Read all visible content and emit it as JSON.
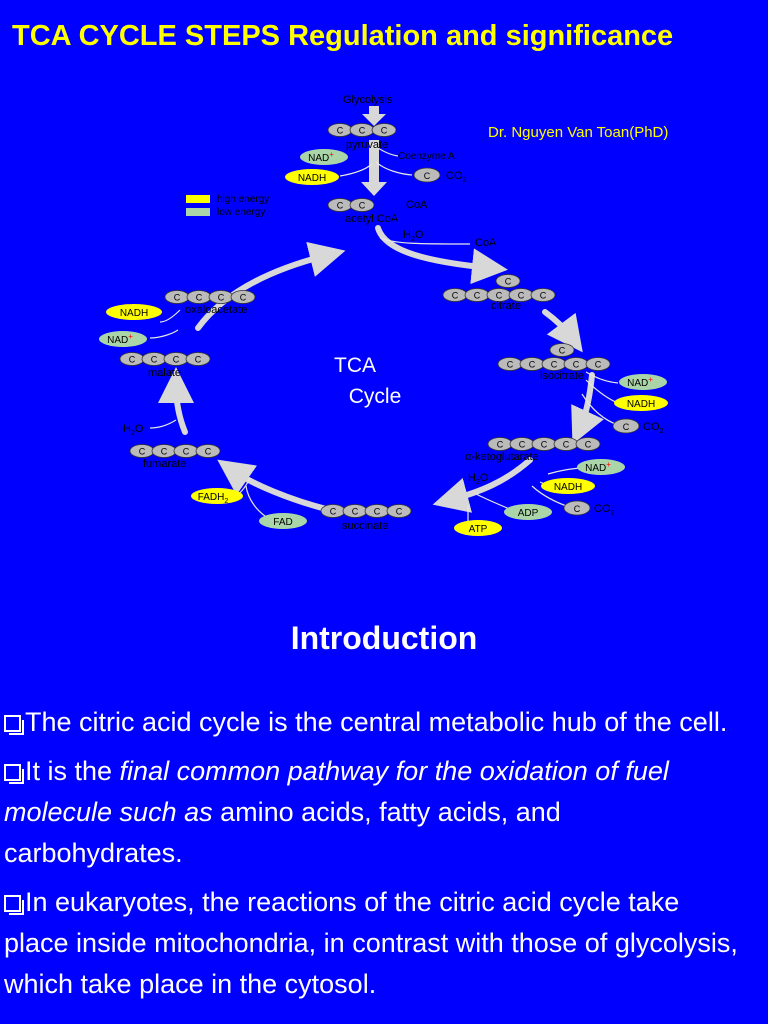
{
  "title": "TCA CYCLE STEPS Regulation and significance",
  "author": "Dr. Nguyen Van Toan(PhD)",
  "diagram": {
    "center_line1": "TCA",
    "center_line2": "Cycle",
    "glycolysis": "Glycolysis",
    "pyruvate": "pyruvate",
    "coenzyme_a": "Coenzyme A",
    "acetyl_coa": "acetyl CoA",
    "coa": "CoA",
    "citrate": "citrate",
    "isocitrate": "isocitrate",
    "alpha_ketoglutarate": "α-ketoglutarate",
    "succinate": "succinate",
    "fumarate": "fumarate",
    "malate": "malate",
    "oxaloacetate": "oxaloacetate",
    "legend_high": "high energy",
    "legend_low": "low energy",
    "nad": "NAD",
    "plus": "+",
    "nadh": "NADH",
    "fad": "FAD",
    "fadh": "FADH",
    "two": "2",
    "atp": "ATP",
    "adp": "ADP",
    "c": "C",
    "co": "CO",
    "h2o_h": "H",
    "h2o_o": "O",
    "colors": {
      "high_energy": "#ffff00",
      "low_energy": "#a9d5a8",
      "arrow": "#d8d8d8",
      "carbon": "#bbbbbb"
    }
  },
  "intro_heading": "Introduction",
  "bullets": [
    {
      "text1": "The citric acid cycle is the central metabolic hub of the cell."
    },
    {
      "prefix": "It is the ",
      "italic": "final common pathway for the  oxidation of fuel molecule such as",
      "suffix": " amino  acids, fatty acids, and carbohydrates."
    },
    {
      "text1": "In eukaryotes, the reactions of the citric  acid cycle take place inside mitochondria, in contrast with those of glycolysis, which take place in the cytosol."
    }
  ]
}
